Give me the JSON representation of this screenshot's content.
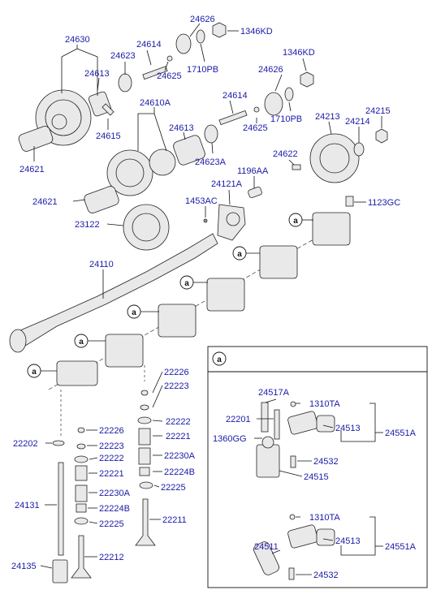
{
  "callout_marker": "a",
  "detail_title": "a",
  "part_numbers": {
    "p24626_top": "24626",
    "p1346kd_top": "1346KD",
    "p24630": "24630",
    "p24614_top": "24614",
    "p24623": "24623",
    "p1710pb_top": "1710PB",
    "p24625_top": "24625",
    "p24613_left": "24613",
    "p1346kd_right": "1346KD",
    "p24626_right": "24626",
    "p24610a": "24610A",
    "p24614_mid": "24614",
    "p24615": "24615",
    "p24613_mid": "24613",
    "p24625_mid": "24625",
    "p1710pb_mid": "1710PB",
    "p24213": "24213",
    "p24215": "24215",
    "p24214": "24214",
    "p24621_upper": "24621",
    "p24623a": "24623A",
    "p24622": "24622",
    "p1196aa": "1196AA",
    "p24121a": "24121A",
    "p24621_lower": "24621",
    "p1453ac": "1453AC",
    "p1123gc": "1123GC",
    "p23122": "23122",
    "p24110": "24110",
    "p22226_right": "22226",
    "p22223_right": "22223",
    "p22222_right": "22222",
    "p22221_right": "22221",
    "p22230a_right": "22230A",
    "p22224b_right": "22224B",
    "p22225_right": "22225",
    "p22211": "22211",
    "p22202": "22202",
    "p22226_left": "22226",
    "p22223_left": "22223",
    "p22222_left": "22222",
    "p22221_left": "22221",
    "p22230a_left": "22230A",
    "p22224b_left": "22224B",
    "p22225_left": "22225",
    "p24131": "24131",
    "p22212": "22212",
    "p24135": "24135",
    "p24517a": "24517A",
    "p1310ta_upper": "1310TA",
    "p22201": "22201",
    "p24513_upper": "24513",
    "p24551a_upper": "24551A",
    "p1360gg": "1360GG",
    "p24532_upper": "24532",
    "p24515": "24515",
    "p1310ta_lower": "1310TA",
    "p24511": "24511",
    "p24513_lower": "24513",
    "p24551a_lower": "24551A",
    "p24532_lower": "24532"
  }
}
